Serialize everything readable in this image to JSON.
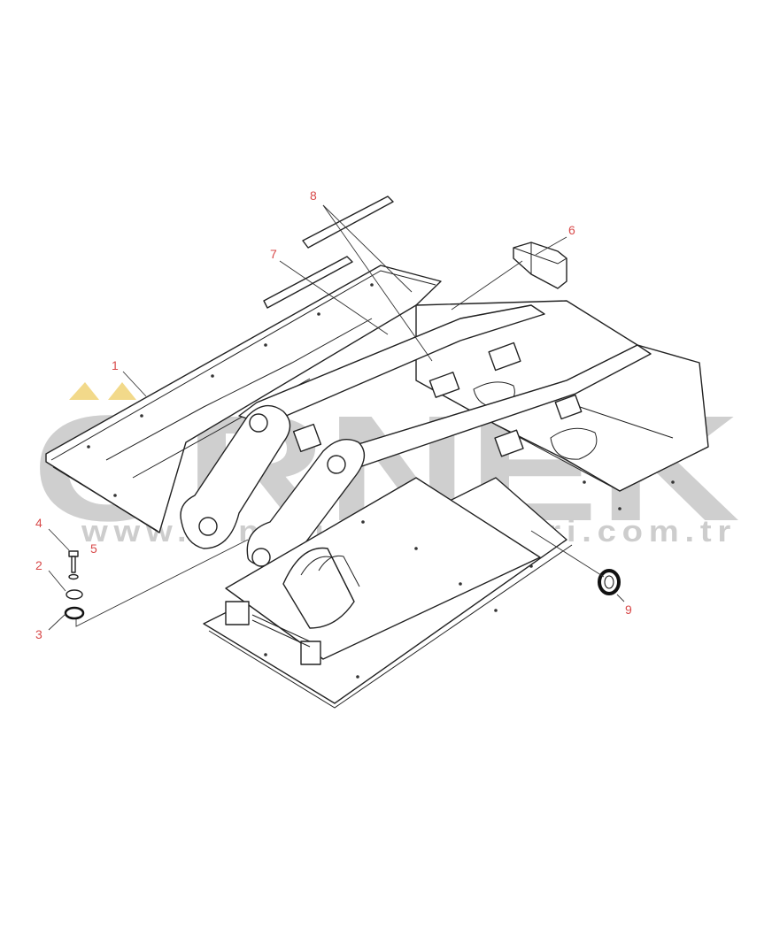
{
  "watermark": {
    "brand": "ORNEK",
    "url": "www.ornekismakinalari.com.tr",
    "accent_color": "#f2d98a",
    "text_color": "#cfcfcf"
  },
  "callouts": [
    {
      "id": "1",
      "label": "1"
    },
    {
      "id": "2",
      "label": "2"
    },
    {
      "id": "3",
      "label": "3"
    },
    {
      "id": "4",
      "label": "4"
    },
    {
      "id": "5",
      "label": "5"
    },
    {
      "id": "6",
      "label": "6"
    },
    {
      "id": "7",
      "label": "7"
    },
    {
      "id": "8",
      "label": "8"
    },
    {
      "id": "9",
      "label": "9"
    }
  ],
  "colors": {
    "callout": "#d84a4a",
    "line": "#222222",
    "background": "#ffffff"
  }
}
